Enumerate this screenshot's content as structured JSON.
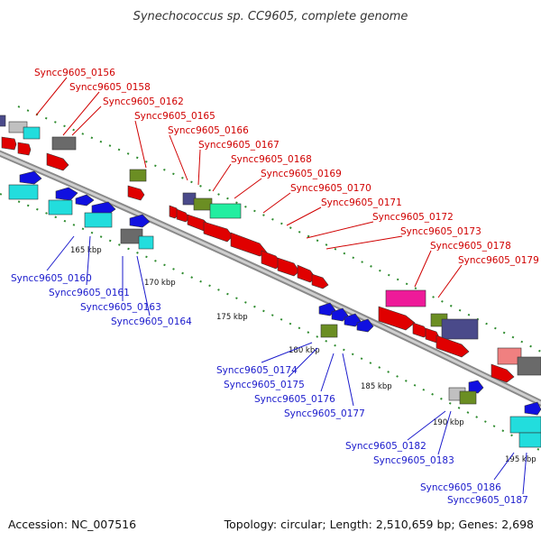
{
  "title": "Synechococcus sp. CC9605, complete genome",
  "footer": {
    "accession": "Accession: NC_007516",
    "stats": "Topology: circular; Length: 2,510,659 bp; Genes: 2,698"
  },
  "scale_ticks": [
    "165 kbp",
    "170 kbp",
    "175 kbp",
    "180 kbp",
    "185 kbp",
    "190 kbp",
    "195 kbp"
  ],
  "colors": {
    "forward_label": "#d00000",
    "reverse_label": "#1a1acc",
    "backbone": "#9a9a9a",
    "tick": "#2e8b2e"
  },
  "forward_labels": [
    "Syncc9605_0156",
    "Syncc9605_0158",
    "Syncc9605_0162",
    "Syncc9605_0165",
    "Syncc9605_0166",
    "Syncc9605_0167",
    "Syncc9605_0168",
    "Syncc9605_0169",
    "Syncc9605_0170",
    "Syncc9605_0171",
    "Syncc9605_0172",
    "Syncc9605_0173",
    "Syncc9605_0178",
    "Syncc9605_0179"
  ],
  "reverse_labels": [
    "Syncc9605_0160",
    "Syncc9605_0161",
    "Syncc9605_0163",
    "Syncc9605_0164",
    "Syncc9605_0174",
    "Syncc9605_0175",
    "Syncc9605_0176",
    "Syncc9605_0177",
    "Syncc9605_0182",
    "Syncc9605_0183",
    "Syncc9605_0186",
    "Syncc9605_0187"
  ]
}
